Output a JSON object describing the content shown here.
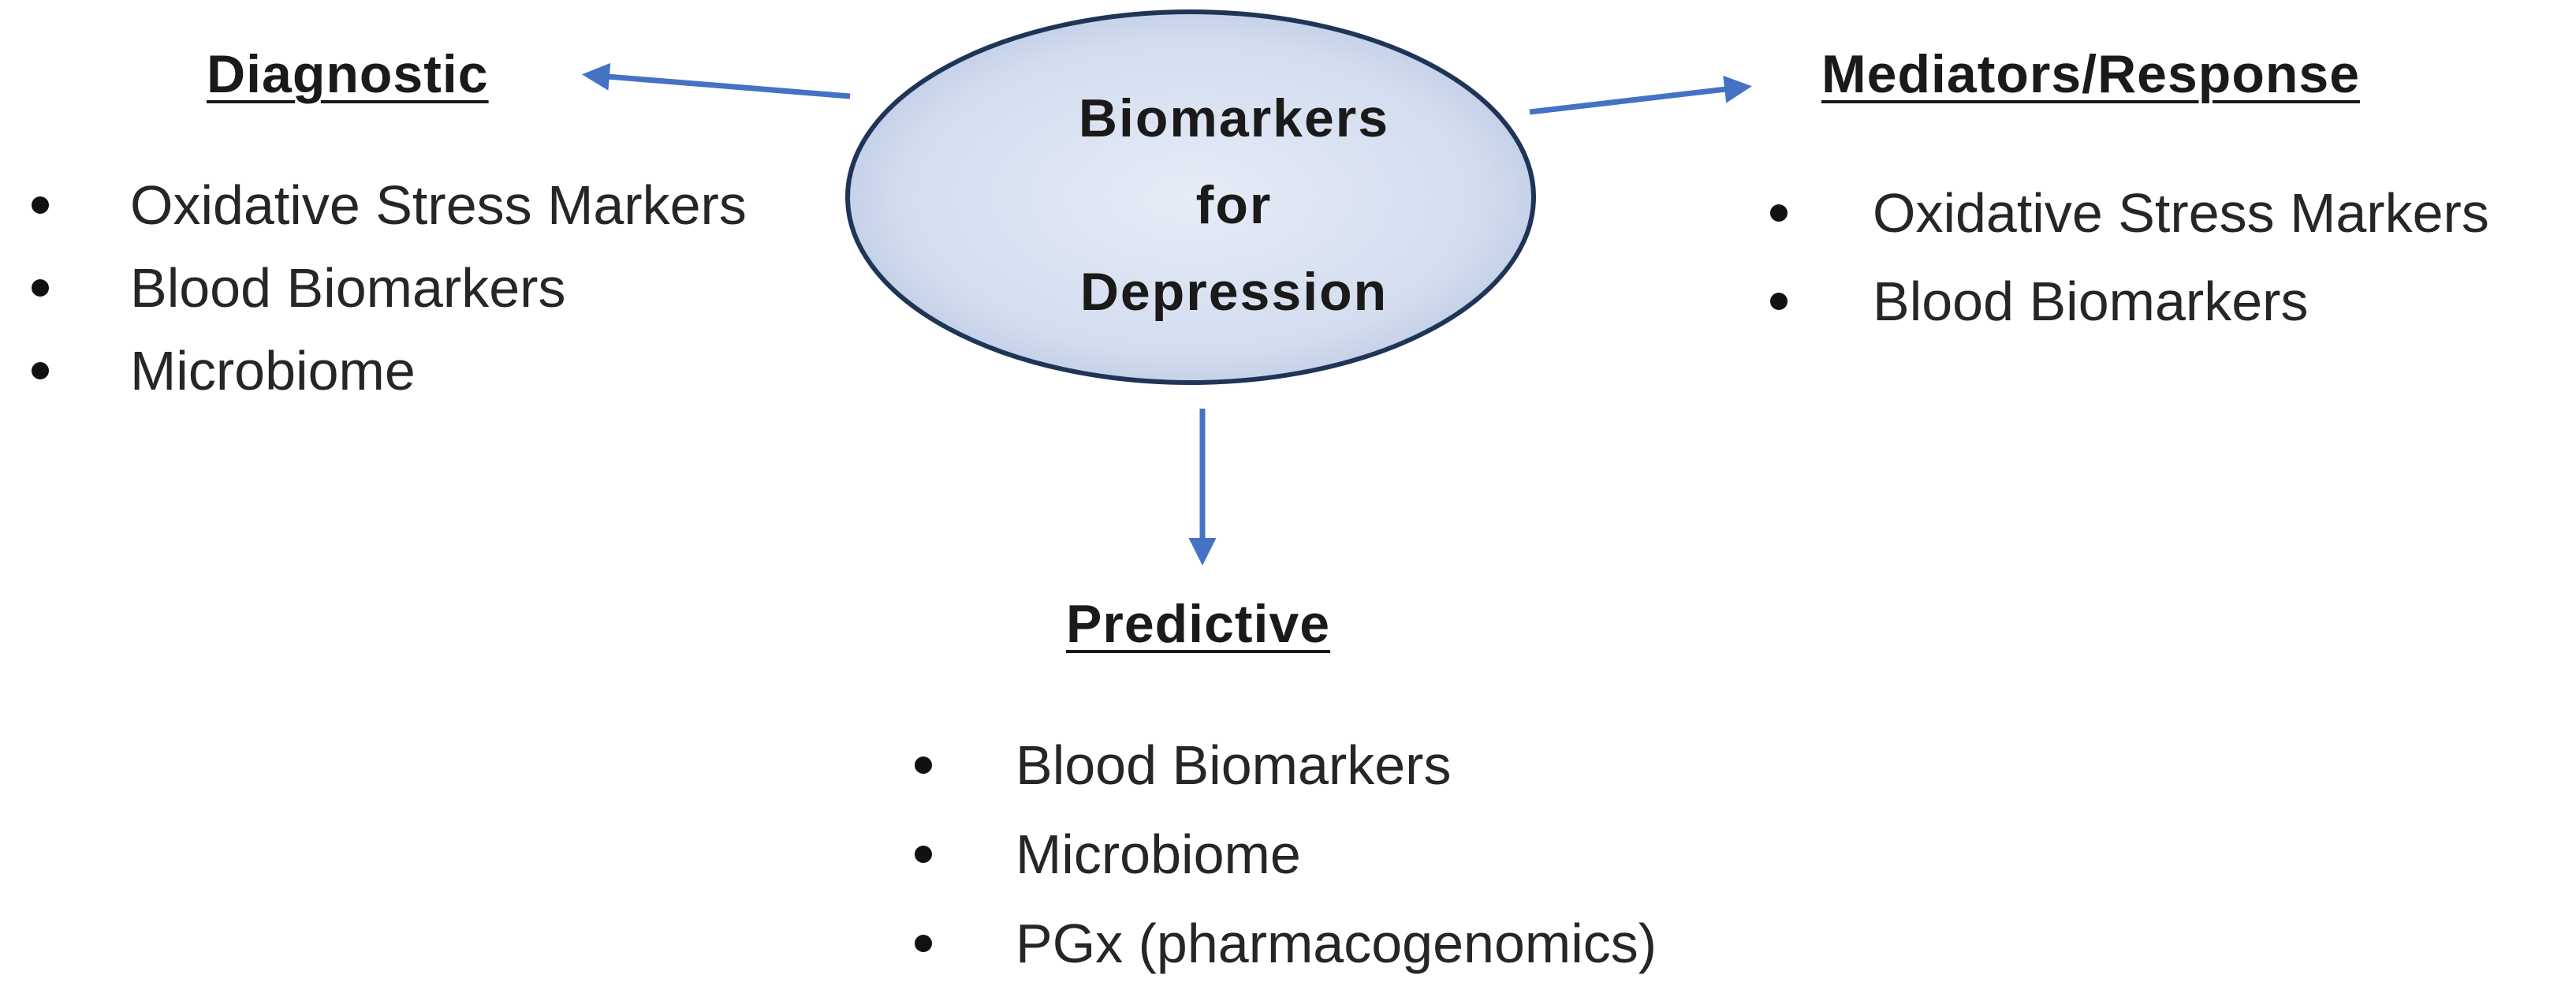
{
  "center": {
    "line1": "Biomarkers",
    "line2": "for",
    "line3": "Depression"
  },
  "groups": {
    "diagnostic": {
      "heading": "Diagnostic",
      "items": [
        "Oxidative Stress Markers",
        "Blood Biomarkers",
        "Microbiome"
      ]
    },
    "mediators": {
      "heading": "Mediators/Response",
      "items": [
        "Oxidative Stress Markers",
        "Blood Biomarkers"
      ]
    },
    "predictive": {
      "heading": "Predictive",
      "items": [
        "Blood Biomarkers",
        "Microbiome",
        "PGx (pharmacogenomics)"
      ]
    }
  },
  "colors": {
    "ellipse_fill_center": "#e6ecf7",
    "ellipse_fill_edge": "#b9c7e0",
    "ellipse_stroke": "#1f3557",
    "arrow": "#4472c4"
  }
}
